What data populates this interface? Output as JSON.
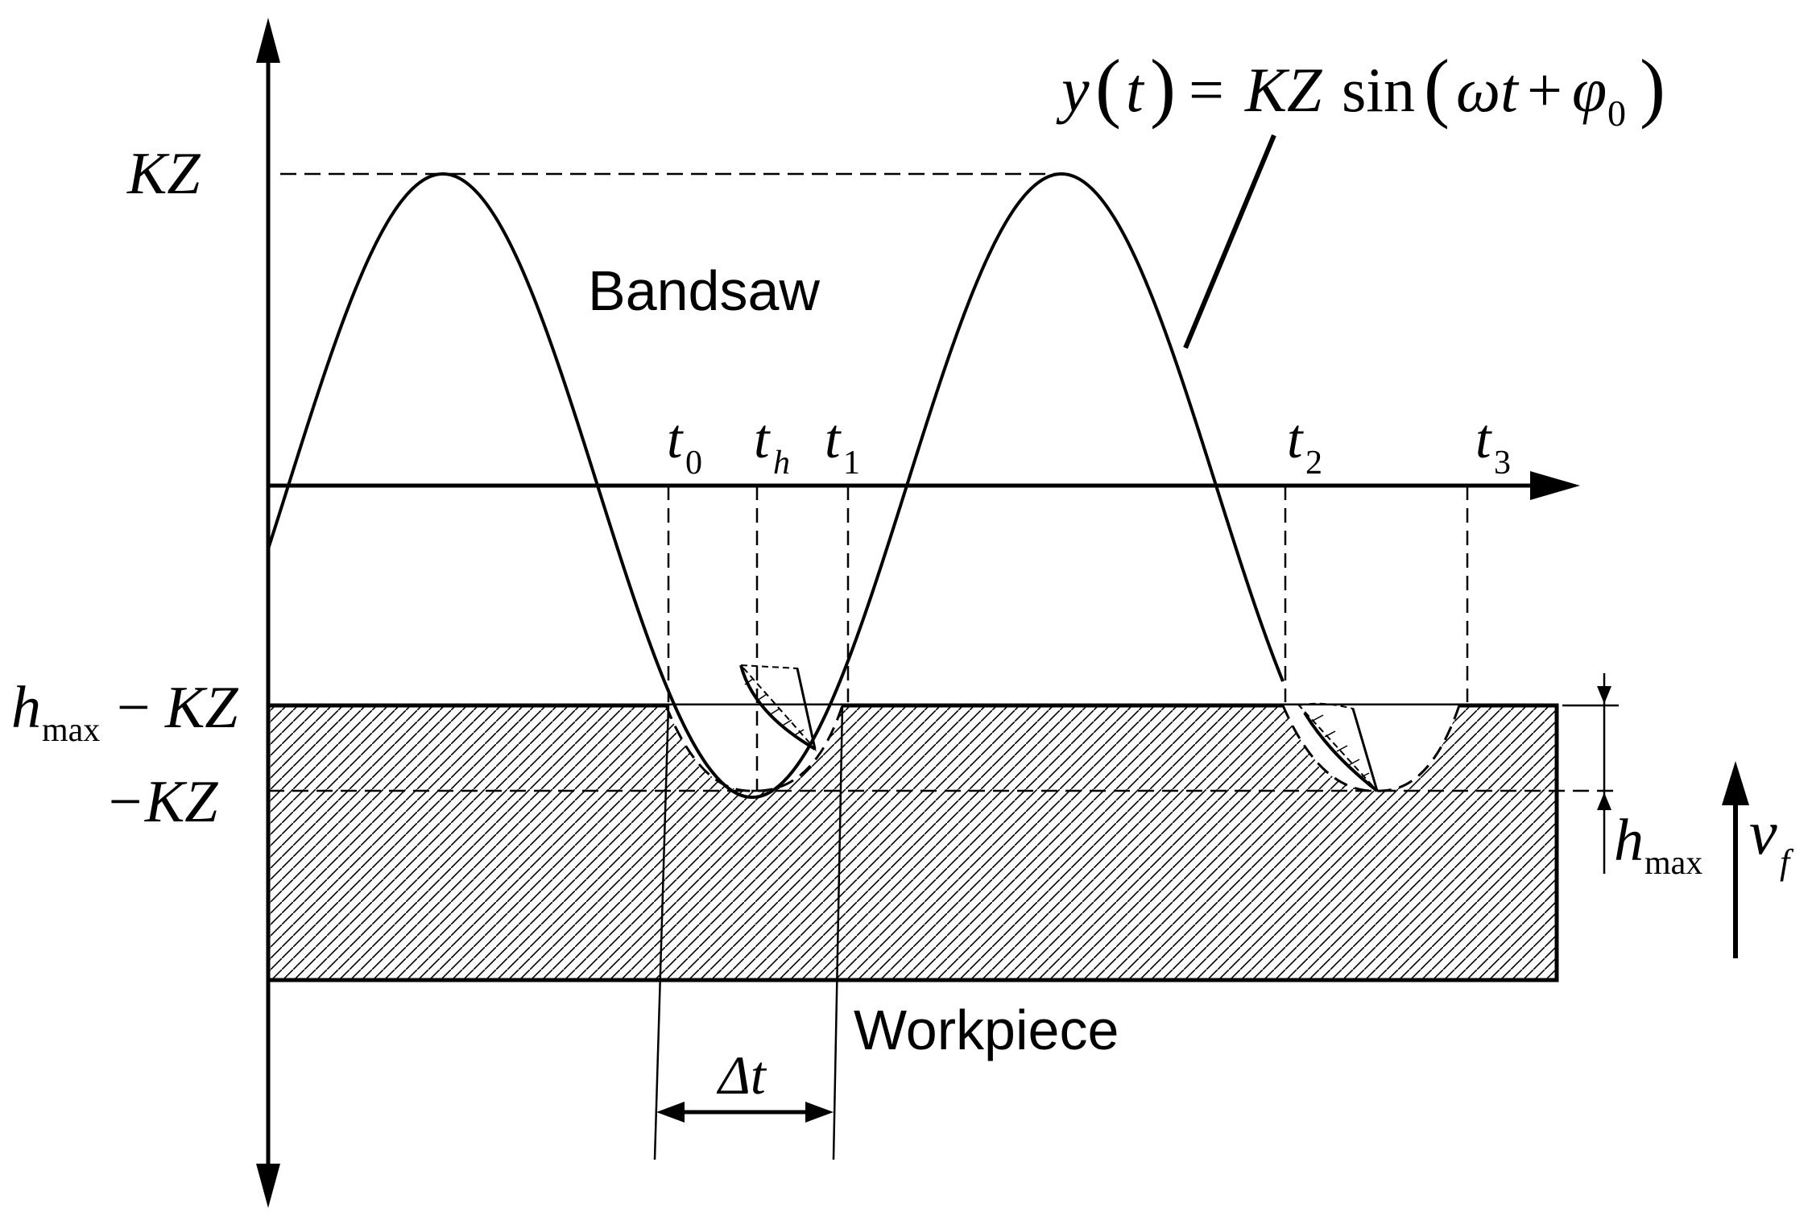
{
  "labels": {
    "equation": {
      "y": "y",
      "t": "t",
      "equals": "=",
      "kz": "KZ",
      "sin": "sin",
      "omega_t": "ωt",
      "plus": "+",
      "phi": "φ",
      "phi_sub": "0"
    },
    "kz": "KZ",
    "h_max": "h",
    "max_sub": "max",
    "minus": "−",
    "minus_kz": "−KZ",
    "bandsaw": "Bandsaw",
    "workpiece": "Workpiece",
    "t0": {
      "base": "t",
      "sub": "0"
    },
    "th": {
      "base": "t",
      "sub": "h"
    },
    "t1": {
      "base": "t",
      "sub": "1"
    },
    "t2": {
      "base": "t",
      "sub": "2"
    },
    "t3": {
      "base": "t",
      "sub": "3"
    },
    "delta_t": "Δt",
    "hmax_right": {
      "base": "h",
      "sub": "max"
    },
    "vf": {
      "base": "v",
      "sub": "f"
    }
  }
}
